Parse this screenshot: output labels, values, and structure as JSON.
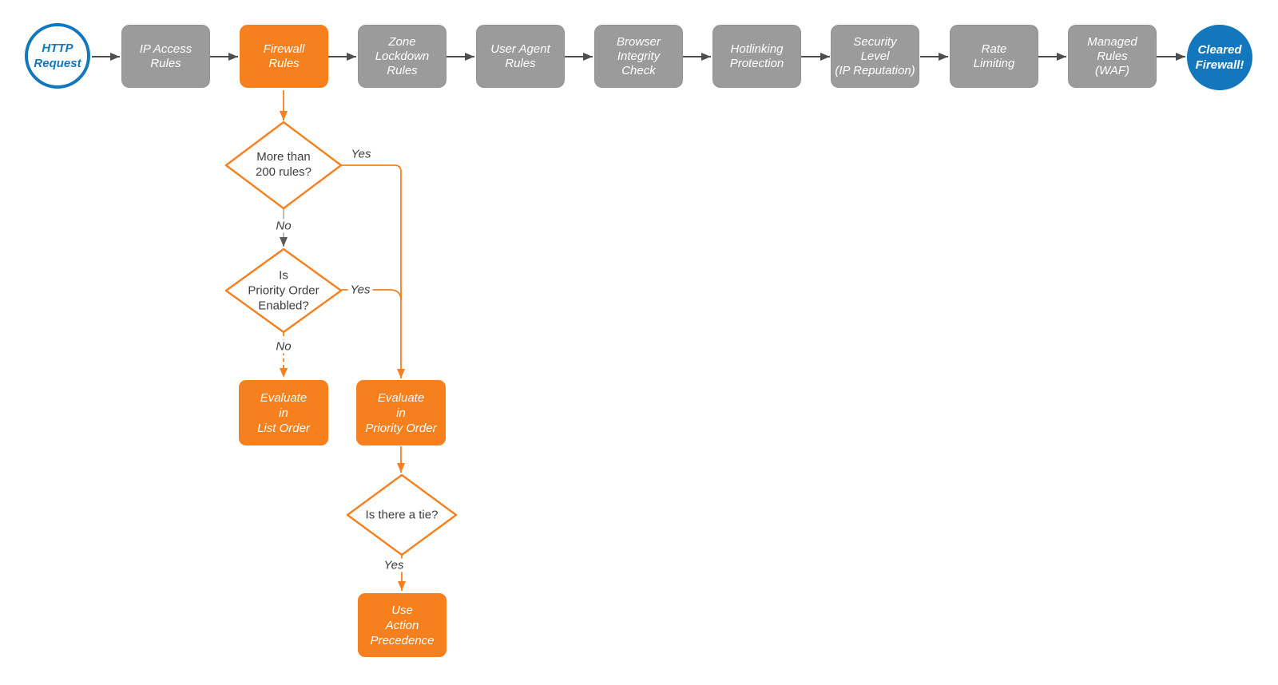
{
  "colors": {
    "orange": "#F7801E",
    "gray_box": "#9B9B9B",
    "gray_box_border": "#8A8A8A",
    "blue": "#1377BD",
    "arrow_dark": "#4E4E4E",
    "line_gray": "#ABABAB",
    "text_dark": "#3D3D3D",
    "canvas": "#FFFFFF"
  },
  "flow": {
    "start": "HTTP\nRequest",
    "stages": [
      "IP Access\nRules",
      "Firewall\nRules",
      "Zone\nLockdown\nRules",
      "User Agent\nRules",
      "Browser\nIntegrity\nCheck",
      "Hotlinking\nProtection",
      "Security\nLevel\n(IP Reputation)",
      "Rate\nLimiting",
      "Managed\nRules\n(WAF)"
    ],
    "end": "Cleared\nFirewall!"
  },
  "decisions": {
    "rules_count": {
      "question": "More than\n200 rules?",
      "yes": "Yes",
      "no": "No"
    },
    "priority_enabled": {
      "question": "Is\nPriority Order\nEnabled?",
      "yes": "Yes",
      "no": "No"
    },
    "tie": {
      "question": "Is there a tie?",
      "yes": "Yes"
    }
  },
  "actions": {
    "list_order": "Evaluate\nin\nList Order",
    "priority_order": "Evaluate\nin\nPriority Order",
    "action_precedence": "Use\nAction\nPrecedence"
  }
}
